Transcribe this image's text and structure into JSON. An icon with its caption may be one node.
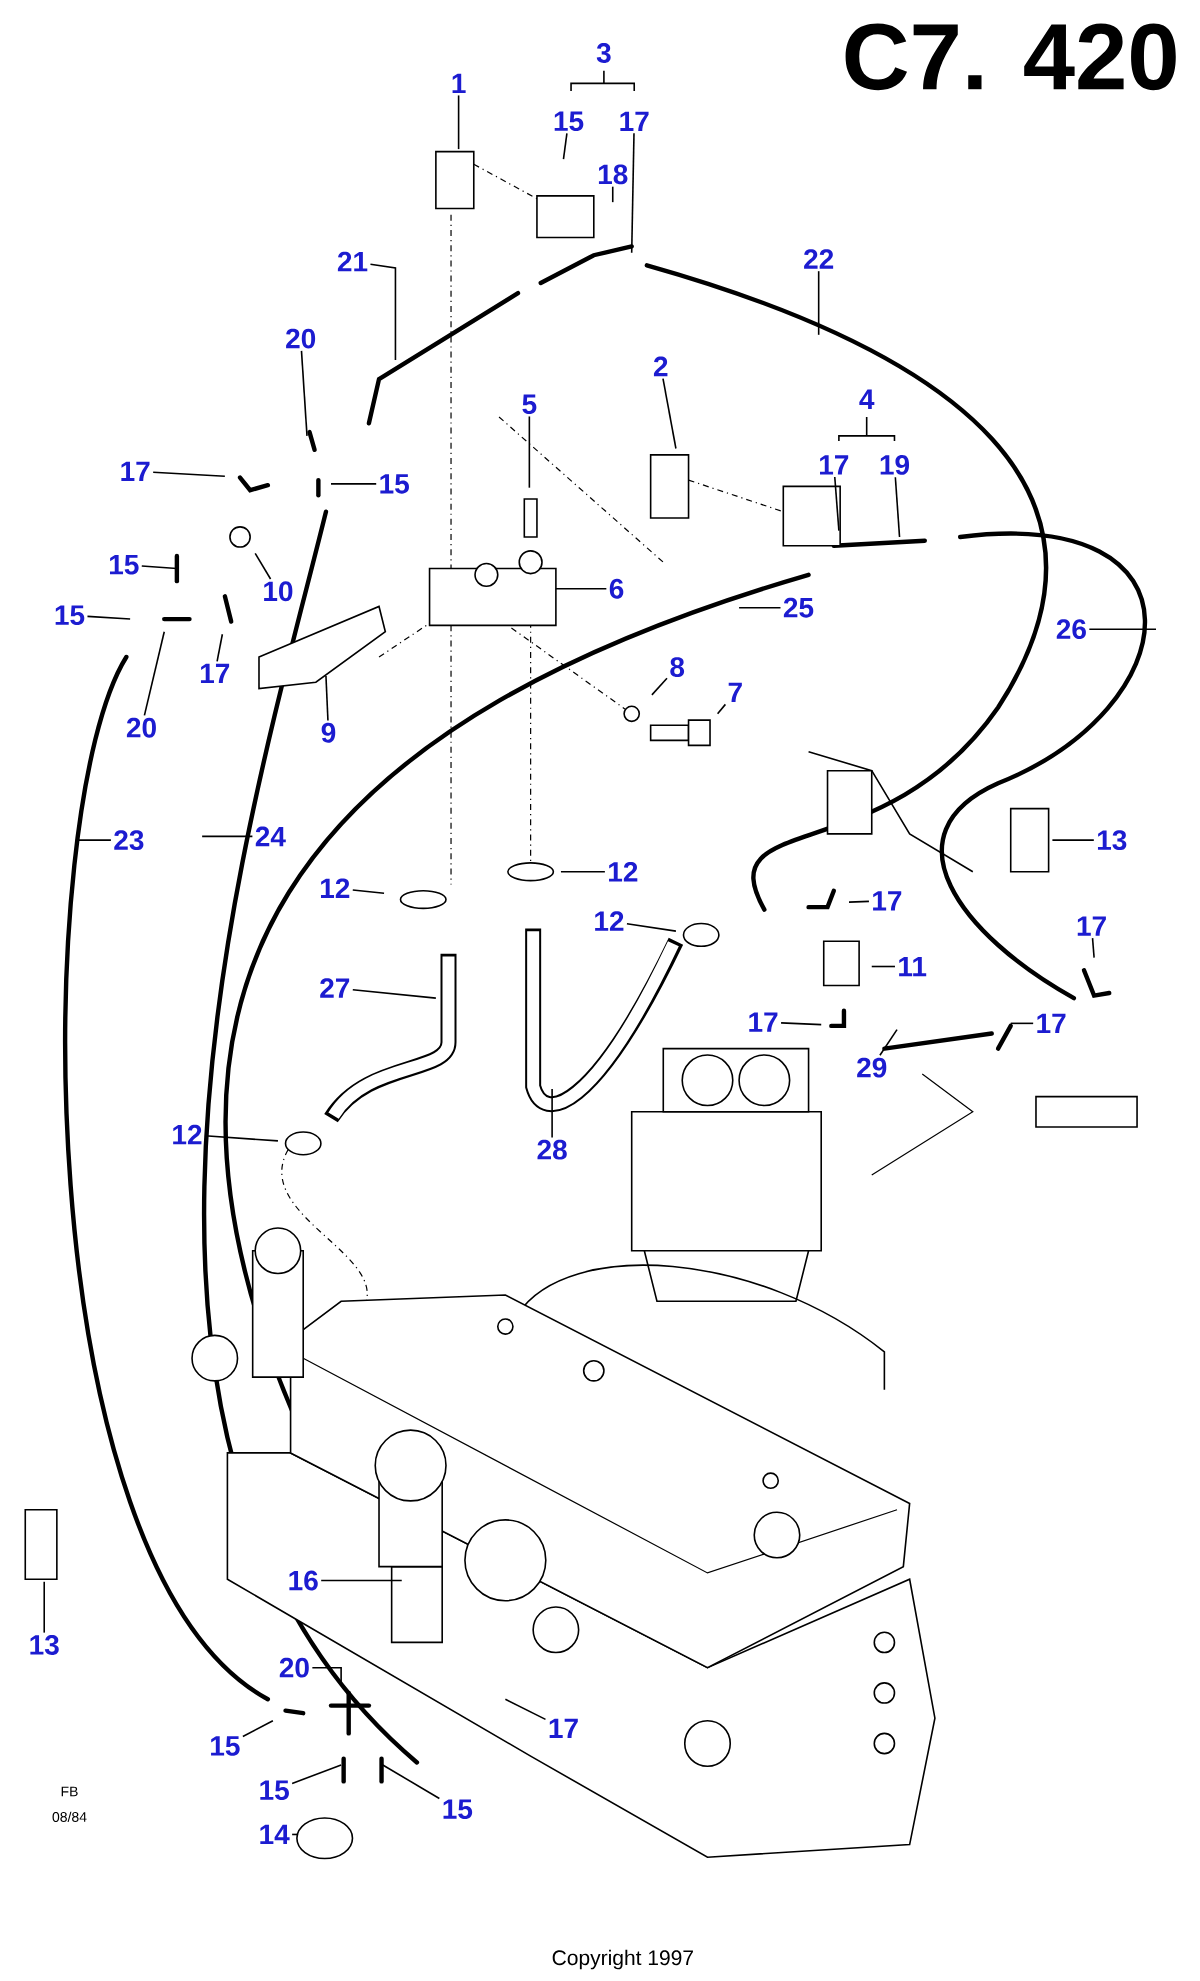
{
  "diagram": {
    "title": "C7. 420",
    "nodes": [
      {
        "text": [
          "1"
        ]
      },
      {
        "text": [
          "15"
        ]
      },
      {
        "text": [
          "17"
        ]
      },
      {
        "text": [
          "18"
        ]
      },
      {
        "text": [
          "21"
        ]
      },
      {
        "text": [
          "22"
        ]
      },
      {
        "text": [
          "20"
        ]
      },
      {
        "text": [
          "2"
        ]
      },
      {
        "text": [
          "5"
        ]
      },
      {
        "text": [
          "17"
        ]
      },
      {
        "text": [
          "19"
        ]
      },
      {
        "text": [
          "17"
        ]
      },
      {
        "text": [
          "15"
        ]
      },
      {
        "text": [
          "15"
        ]
      },
      {
        "text": [
          "10"
        ]
      },
      {
        "text": [
          "6"
        ]
      },
      {
        "text": [
          "25"
        ]
      },
      {
        "text": [
          "15"
        ]
      },
      {
        "text": [
          "26"
        ]
      },
      {
        "text": [
          "8"
        ]
      },
      {
        "text": [
          "17"
        ]
      },
      {
        "text": [
          "7"
        ]
      },
      {
        "text": [
          "20"
        ]
      },
      {
        "text": [
          "9"
        ]
      },
      {
        "text": [
          "24"
        ]
      },
      {
        "text": [
          "23"
        ]
      },
      {
        "text": [
          "13"
        ]
      },
      {
        "text": [
          "12"
        ]
      },
      {
        "text": [
          "12"
        ]
      },
      {
        "text": [
          "17"
        ]
      },
      {
        "text": [
          "12"
        ]
      },
      {
        "text": [
          "17"
        ]
      },
      {
        "text": [
          "11"
        ]
      },
      {
        "text": [
          "27"
        ]
      },
      {
        "text": [
          "17"
        ]
      },
      {
        "text": [
          "17"
        ]
      },
      {
        "text": [
          "29"
        ]
      },
      {
        "text": [
          "12"
        ]
      },
      {
        "text": [
          "28"
        ]
      },
      {
        "text": [
          "16"
        ]
      },
      {
        "text": [
          "13"
        ]
      },
      {
        "text": [
          "20"
        ]
      },
      {
        "text": [
          "17"
        ]
      },
      {
        "text": [
          "15"
        ]
      },
      {
        "text": [
          "15"
        ]
      },
      {
        "text": [
          "15"
        ]
      },
      {
        "text": [
          "14"
        ]
      }
    ],
    "edges": [
      {
        "from": 0,
        "to": null,
        "arrow": "none"
      },
      {
        "from": 1,
        "to": null,
        "arrow": "none"
      },
      {
        "from": 2,
        "to": null,
        "arrow": "none"
      },
      {
        "from": 3,
        "to": null,
        "arrow": "none"
      },
      {
        "from": 4,
        "to": null,
        "arrow": "none"
      },
      {
        "from": 5,
        "to": null,
        "arrow": "none"
      },
      {
        "from": 6,
        "to": null,
        "arrow": "none"
      },
      {
        "from": 7,
        "to": null,
        "arrow": "none"
      },
      {
        "from": 8,
        "to": null,
        "arrow": "none"
      },
      {
        "from": 9,
        "to": null,
        "arrow": "none"
      },
      {
        "from": 10,
        "to": null,
        "arrow": "none"
      },
      {
        "from": 11,
        "to": null,
        "arrow": "none"
      },
      {
        "from": 12,
        "to": null,
        "arrow": "none"
      },
      {
        "from": 13,
        "to": null,
        "arrow": "none"
      },
      {
        "from": 14,
        "to": null,
        "arrow": "none"
      },
      {
        "from": 15,
        "to": null,
        "arrow": "none"
      },
      {
        "from": 16,
        "to": null,
        "arrow": "none"
      },
      {
        "from": 17,
        "to": null,
        "arrow": "none"
      },
      {
        "from": 18,
        "to": null,
        "arrow": "none"
      },
      {
        "from": 19,
        "to": null,
        "arrow": "none"
      },
      {
        "from": 20,
        "to": null,
        "arrow": "none"
      },
      {
        "from": 21,
        "to": null,
        "arrow": "none"
      },
      {
        "from": 22,
        "to": null,
        "arrow": "none"
      },
      {
        "from": 23,
        "to": null,
        "arrow": "none"
      },
      {
        "from": 24,
        "to": null,
        "arrow": "none"
      },
      {
        "from": 25,
        "to": null,
        "arrow": "none"
      },
      {
        "from": 26,
        "to": null,
        "arrow": "none"
      },
      {
        "from": 27,
        "to": null,
        "arrow": "none"
      },
      {
        "from": 28,
        "to": null,
        "arrow": "none"
      },
      {
        "from": 29,
        "to": null,
        "arrow": "none"
      },
      {
        "from": 30,
        "to": null,
        "arrow": "none"
      },
      {
        "from": 31,
        "to": null,
        "arrow": "none"
      },
      {
        "from": 32,
        "to": null,
        "arrow": "none"
      },
      {
        "from": 33,
        "to": null,
        "arrow": "none"
      },
      {
        "from": 34,
        "to": null,
        "arrow": "none"
      },
      {
        "from": 35,
        "to": null,
        "arrow": "none"
      },
      {
        "from": 36,
        "to": null,
        "arrow": "none"
      },
      {
        "from": 37,
        "to": null,
        "arrow": "none"
      },
      {
        "from": 38,
        "to": null,
        "arrow": "none"
      },
      {
        "from": 39,
        "to": null,
        "arrow": "none"
      },
      {
        "from": 40,
        "to": null,
        "arrow": "none"
      },
      {
        "from": 41,
        "to": null,
        "arrow": "none"
      },
      {
        "from": 42,
        "to": null,
        "arrow": "none"
      },
      {
        "from": 43,
        "to": null,
        "arrow": "none"
      },
      {
        "from": 44,
        "to": null,
        "arrow": "none"
      },
      {
        "from": 45,
        "to": null,
        "arrow": "none"
      },
      {
        "from": 46,
        "to": null,
        "arrow": "none"
      }
    ],
    "labels": [
      "3",
      "4",
      "FB",
      "08/84",
      "Copyright 1997"
    ]
  }
}
